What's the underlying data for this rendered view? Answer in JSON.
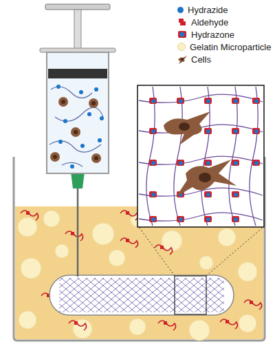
{
  "diagram": {
    "legend": [
      {
        "text": "Hydrazide",
        "color": "#1a75c9"
      },
      {
        "text": "Aldehyde"
      },
      {
        "text": "Hydrazone"
      },
      {
        "text": "Gelatin Microparticle",
        "color": "#fbefc4"
      },
      {
        "text": "Cells"
      }
    ]
  }
}
